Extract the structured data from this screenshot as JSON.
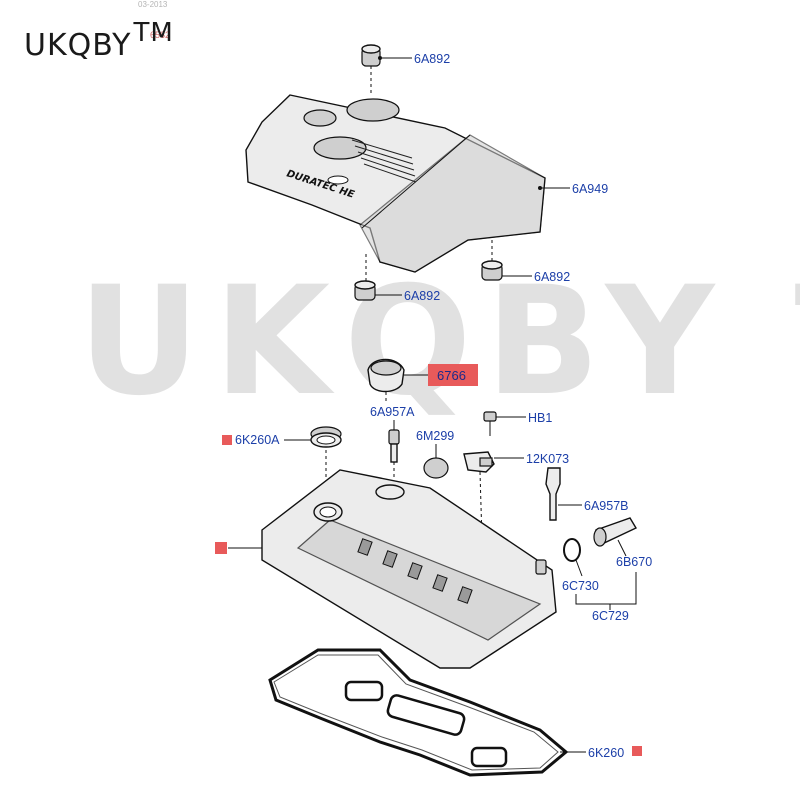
{
  "header": {
    "brand": "UKQBY",
    "brand_tm": "TM",
    "date_stamp": "03-2013",
    "faded_tag": "6582"
  },
  "watermark": "UKQBY TM",
  "engine_cover": {
    "logo_text": "DURATEC HE",
    "callouts": {
      "grommet_top": "6A892",
      "cover": "6A949",
      "grommet_right": "6A892",
      "grommet_left": "6A892"
    }
  },
  "valve_cover_assembly": {
    "callouts": {
      "oil_cap": "6766",
      "breather_valve": "6A957A",
      "bolt": "HB1",
      "seal_ring": "6K260A",
      "plug": "6M299",
      "sensor": "12K073",
      "pcv_tube": "6A957B",
      "hose_fitting": "6B670",
      "o_ring": "6C730",
      "pcv_kit": "6C729",
      "gasket": "6K260"
    },
    "highlight_color": "#e85a5a",
    "label_color": "#1c3fa8"
  }
}
